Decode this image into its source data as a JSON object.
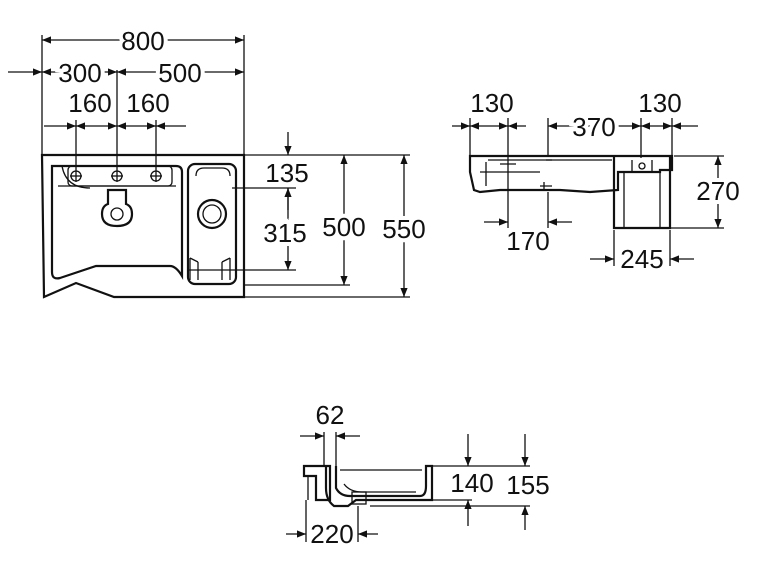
{
  "colors": {
    "line": "#111111",
    "background": "#ffffff"
  },
  "dimensions": {
    "top_view": {
      "overall_width": "800",
      "right_part": "500",
      "left_offset": "300",
      "hole_spacing_left": "160",
      "hole_spacing_right": "160",
      "top_depth": "135",
      "inner_depth": "315",
      "depth": "500",
      "overall_depth": "550"
    },
    "side_view": {
      "left_edge": "130",
      "middle": "370",
      "right_edge": "130",
      "drain_offset": "170",
      "pedestal_width": "245",
      "pedestal_height": "270"
    },
    "section_view": {
      "rim": "62",
      "drain_distance": "220",
      "bowl_depth": "140",
      "overall_height": "155"
    }
  }
}
